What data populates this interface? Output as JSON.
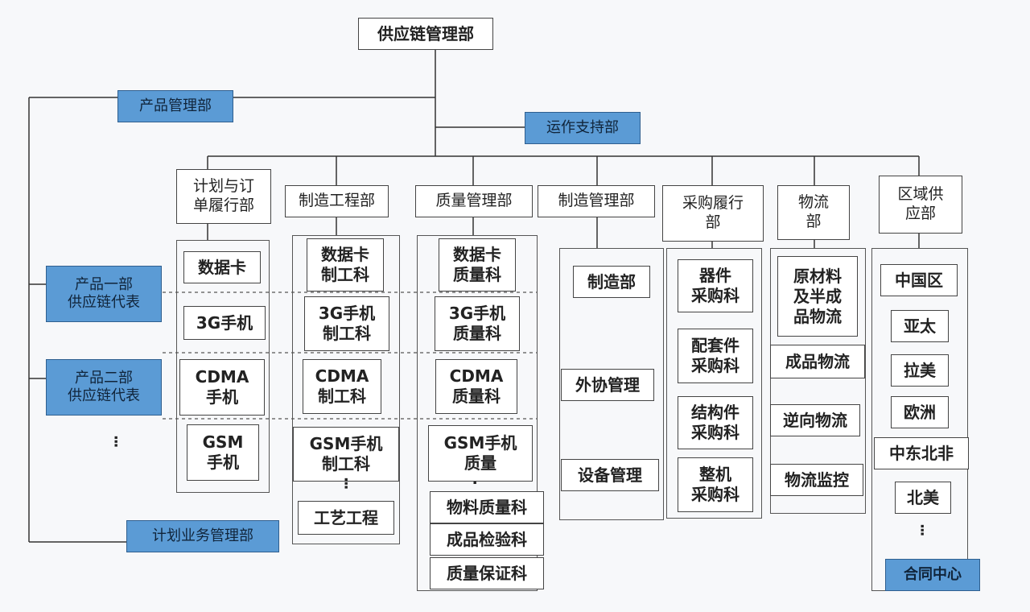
{
  "root": "供应链管理部",
  "side_departments": {
    "product_management": "产品管理部",
    "operations_support": "运作支持部",
    "product_1_rep": "产品一部\n供应链代表",
    "product_2_rep": "产品二部\n供应链代表",
    "planning_business": "计划业务管理部"
  },
  "departments": [
    {
      "name": "计划与订\n单履行部",
      "units": [
        "数据卡",
        "3G手机",
        "CDMA\n手机",
        "GSM\n手机"
      ]
    },
    {
      "name": "制造工程部",
      "units": [
        "数据卡\n制工科",
        "3G手机\n制工科",
        "CDMA\n制工科",
        "GSM手机\n制工科",
        "工艺工程"
      ]
    },
    {
      "name": "质量管理部",
      "units": [
        "数据卡\n质量科",
        "3G手机\n质量科",
        "CDMA\n质量科",
        "GSM手机\n质量",
        "物料质量科",
        "成品检验科",
        "质量保证科"
      ]
    },
    {
      "name": "制造管理部",
      "units": [
        "制造部",
        "外协管理",
        "设备管理"
      ]
    },
    {
      "name": "采购履行\n部",
      "units": [
        "器件\n采购科",
        "配套件\n采购科",
        "结构件\n采购科",
        "整机\n采购科"
      ]
    },
    {
      "name": "物流\n部",
      "units": [
        "原材料\n及半成\n品物流",
        "成品物流",
        "逆向物流",
        "物流监控"
      ]
    },
    {
      "name": "区域供\n应部",
      "units": [
        "中国区",
        "亚太",
        "拉美",
        "欧洲",
        "中东北非",
        "北美",
        "合同中心"
      ]
    }
  ]
}
